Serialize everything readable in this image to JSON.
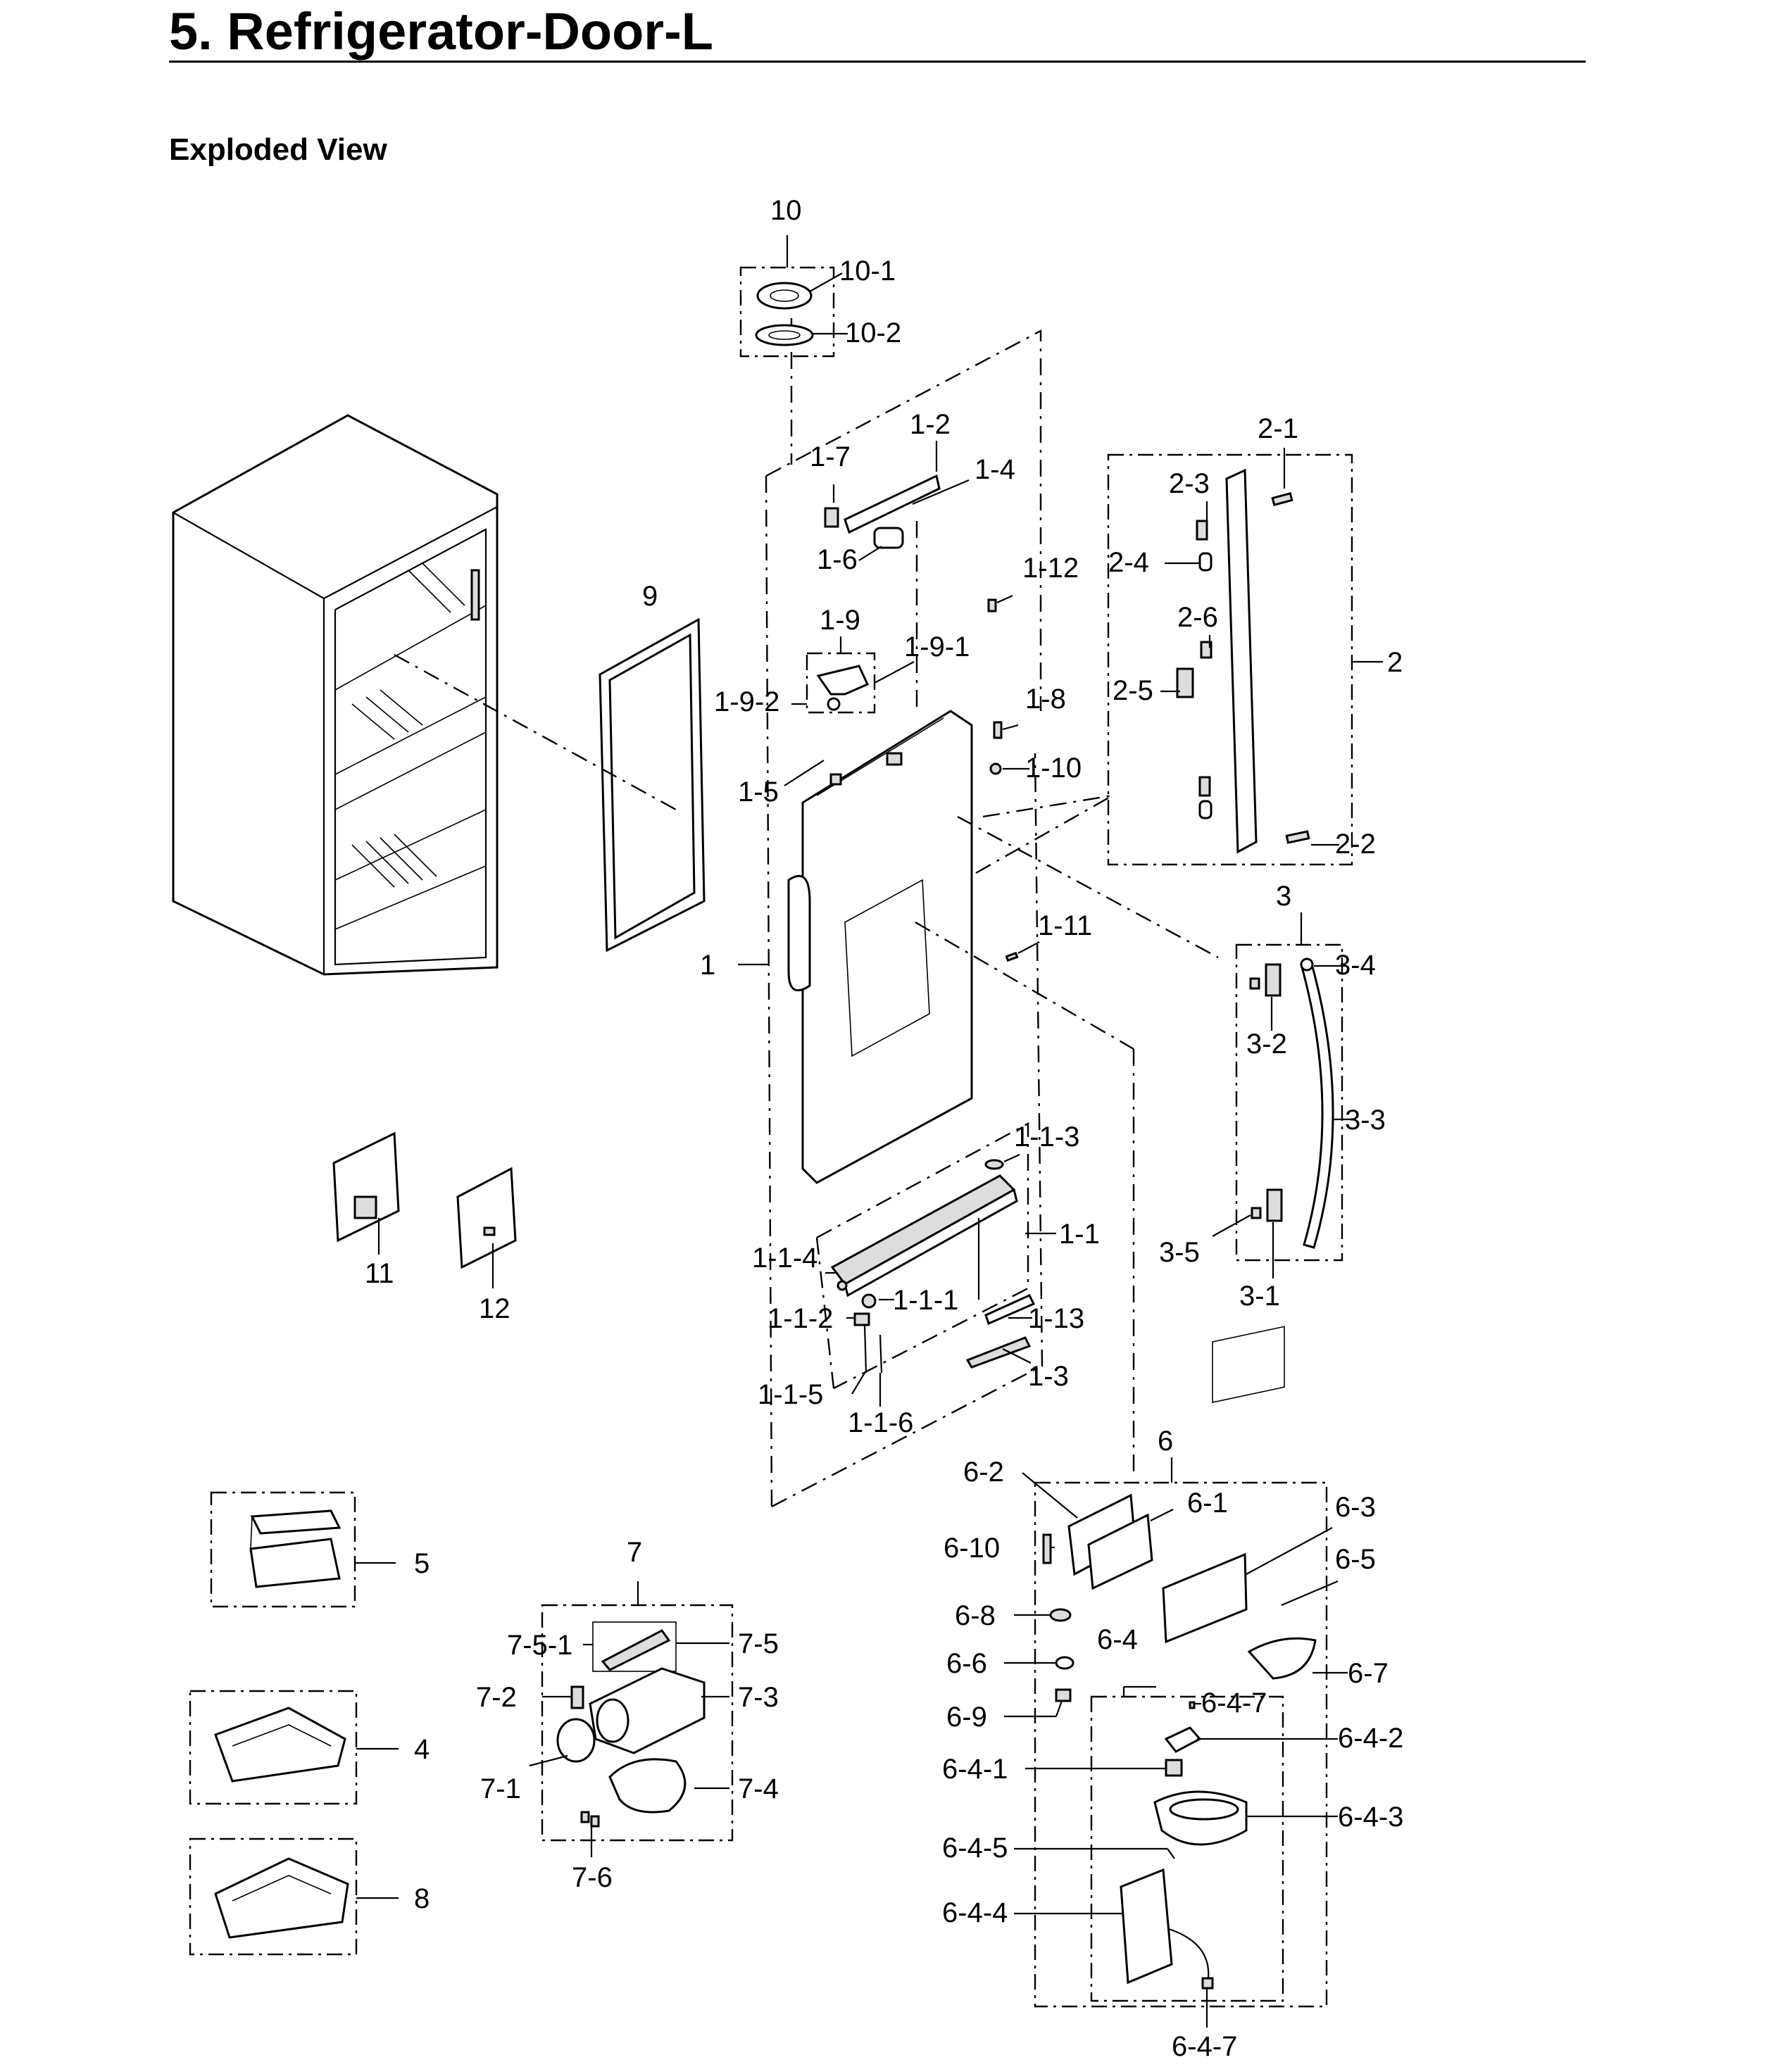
{
  "header": {
    "title": "5.  Refrigerator-Door-L",
    "section": "Exploded View"
  },
  "callouts": {
    "c10": "10",
    "c10_1": "10-1",
    "c10_2": "10-2",
    "c1_2": "1-2",
    "c1_7": "1-7",
    "c1_4": "1-4",
    "c1_6": "1-6",
    "c1_12": "1-12",
    "c9": "9",
    "c1_9": "1-9",
    "c1_9_1": "1-9-1",
    "c1_9_2": "1-9-2",
    "c1_8": "1-8",
    "c1_5": "1-5",
    "c1_10": "1-10",
    "c1_11": "1-11",
    "c1": "1",
    "c2_1": "2-1",
    "c2_3": "2-3",
    "c2_4": "2-4",
    "c2_6": "2-6",
    "c2_5": "2-5",
    "c2": "2",
    "c2_2": "2-2",
    "c3": "3",
    "c3_4": "3-4",
    "c3_2": "3-2",
    "c3_3": "3-3",
    "c3_5": "3-5",
    "c3_1": "3-1",
    "c1_1_3": "1-1-3",
    "c1_1": "1-1",
    "c1_1_4": "1-1-4",
    "c1_1_1": "1-1-1",
    "c1_1_2": "1-1-2",
    "c1_13": "1-13",
    "c1_1_5": "1-1-5",
    "c1_3": "1-3",
    "c1_1_6": "1-1-6",
    "c11": "11",
    "c12": "12",
    "c6": "6",
    "c6_2": "6-2",
    "c6_1": "6-1",
    "c6_3": "6-3",
    "c6_10": "6-10",
    "c6_5": "6-5",
    "c6_8": "6-8",
    "c6_6": "6-6",
    "c6_4": "6-4",
    "c6_7": "6-7",
    "c6_9": "6-9",
    "c6_4_7a": "6-4-7",
    "c6_4_2": "6-4-2",
    "c6_4_1": "6-4-1",
    "c6_4_3": "6-4-3",
    "c6_4_5": "6-4-5",
    "c6_4_4": "6-4-4",
    "c6_4_7b": "6-4-7",
    "c5": "5",
    "c4": "4",
    "c8": "8",
    "c7": "7",
    "c7_5_1": "7-5-1",
    "c7_5": "7-5",
    "c7_2": "7-2",
    "c7_3": "7-3",
    "c7_1": "7-1",
    "c7_4": "7-4",
    "c7_6": "7-6"
  }
}
